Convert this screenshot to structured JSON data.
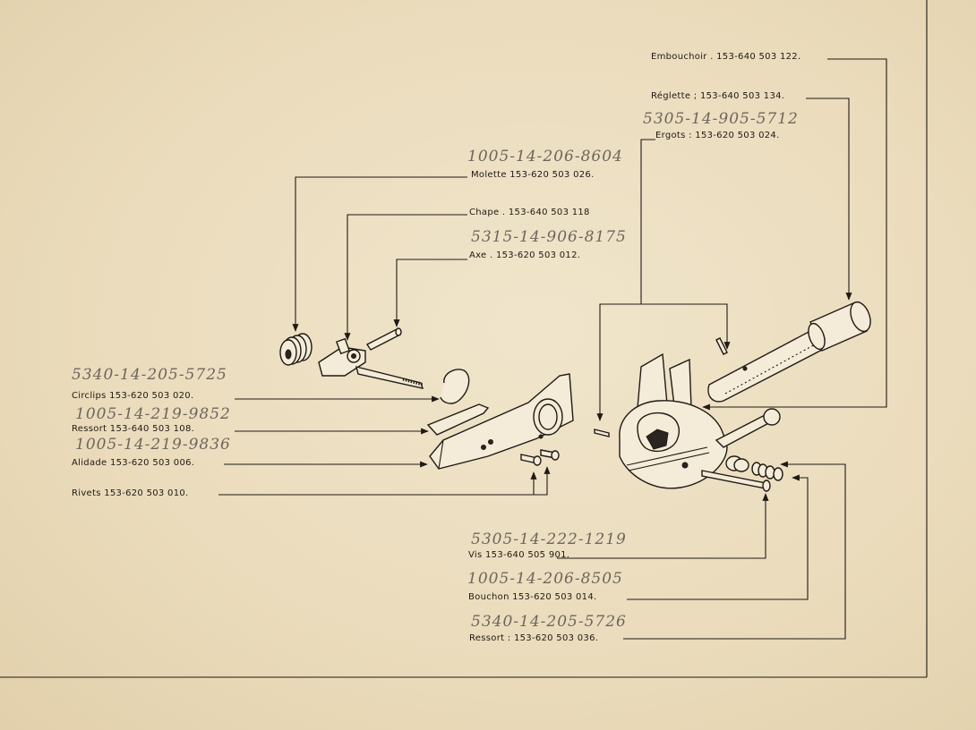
{
  "labels": {
    "embouchoir": "Embouchoir . 153-640 503 122.",
    "reglette": "Réglette ; 153-640 503 134.",
    "ergots": "Ergots : 153-620 503 024.",
    "molette": "Molette 153-620 503 026.",
    "chape": "Chape . 153-640 503 118",
    "axe": "Axe . 153-620 503 012.",
    "circlips": "Circlips 153-620 503 020.",
    "ressort1": "Ressort 153-640 503 108.",
    "alidade": "Alidade 153-620 503 006.",
    "rivets": "Rivets 153-620 503 010.",
    "vis": "Vis 153-640 505 901.",
    "bouchon": "Bouchon 153-620 503 014.",
    "ressort2": "Ressort : 153-620 503 036."
  },
  "handwritten": {
    "ergots": "5305-14-905-5712",
    "molette": "1005-14-206-8604",
    "axe": "5315-14-906-8175",
    "circlips": "5340-14-205-5725",
    "ressort1": "1005-14-219-9852",
    "alidade": "1005-14-219-9836",
    "vis": "5305-14-222-1219",
    "bouchon": "1005-14-206-8505",
    "ressort2": "5340-14-205-5726"
  }
}
